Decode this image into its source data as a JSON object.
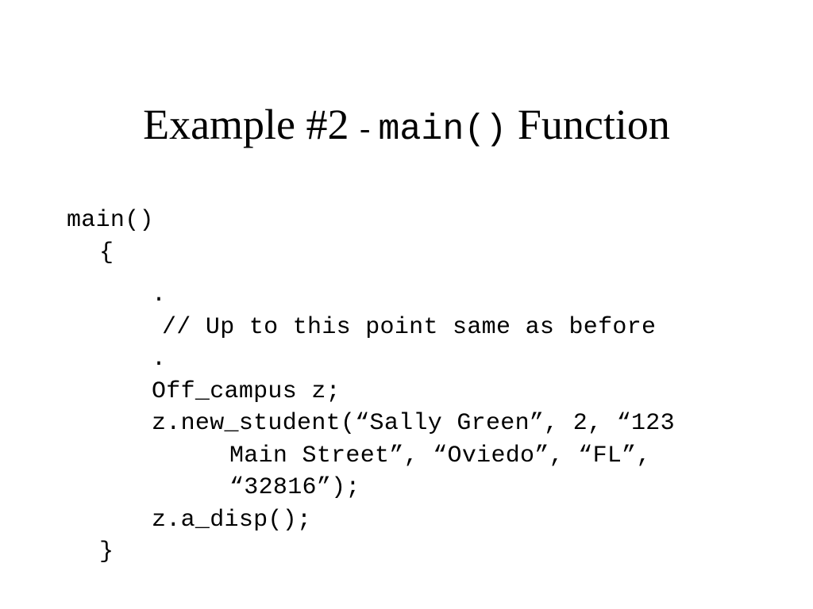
{
  "slide": {
    "background_color": "#ffffff",
    "text_color": "#000000",
    "title": {
      "prefix": "Example #2 ",
      "separator": "- ",
      "mono": "main()",
      "suffix": " Function",
      "full_text": "Example #2 - main() Function"
    },
    "code": {
      "language": "cpp",
      "lines": [
        {
          "indent": 0,
          "text": "main()"
        },
        {
          "indent": 1,
          "text": "{"
        },
        {
          "indent": 0,
          "text": ""
        },
        {
          "indent": 2,
          "text": "."
        },
        {
          "indent": 2,
          "text": " // Up to this point same as before"
        },
        {
          "indent": 2,
          "text": "."
        },
        {
          "indent": 2,
          "text": "Off_campus z;"
        },
        {
          "indent": 2,
          "text": "z.new_student(“Sally Green”, 2, “123"
        },
        {
          "indent": 3,
          "text": "Main Street”, “Oviedo”, “FL”,"
        },
        {
          "indent": 3,
          "text": "“32816”);"
        },
        {
          "indent": 2,
          "text": "z.a_disp();"
        },
        {
          "indent": 1,
          "text": "}"
        }
      ]
    }
  }
}
